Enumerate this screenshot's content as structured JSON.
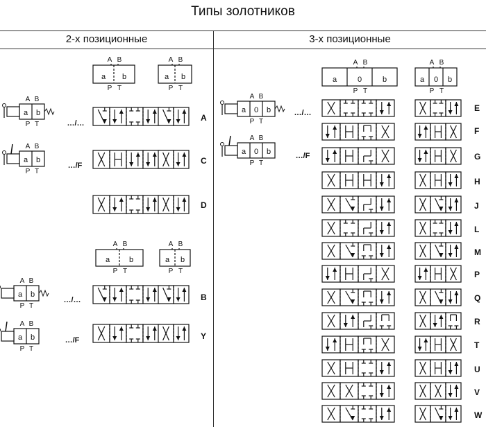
{
  "title": "Типы золотников",
  "left_header": "2-х позиционные",
  "right_header": "3-х позиционные",
  "port_labels": {
    "A": "A",
    "B": "B",
    "P": "P",
    "T": "T",
    "a": "a",
    "b": "b",
    "zero": "0"
  },
  "suffix_std": "…/…",
  "suffix_f": "…/F",
  "codes_left_top": [
    "A",
    "C",
    "D"
  ],
  "codes_left_bottom": [
    "B",
    "Y"
  ],
  "codes_right": [
    "E",
    "F",
    "G",
    "H",
    "J",
    "L",
    "M",
    "P",
    "Q",
    "R",
    "T",
    "U",
    "V",
    "W"
  ]
}
